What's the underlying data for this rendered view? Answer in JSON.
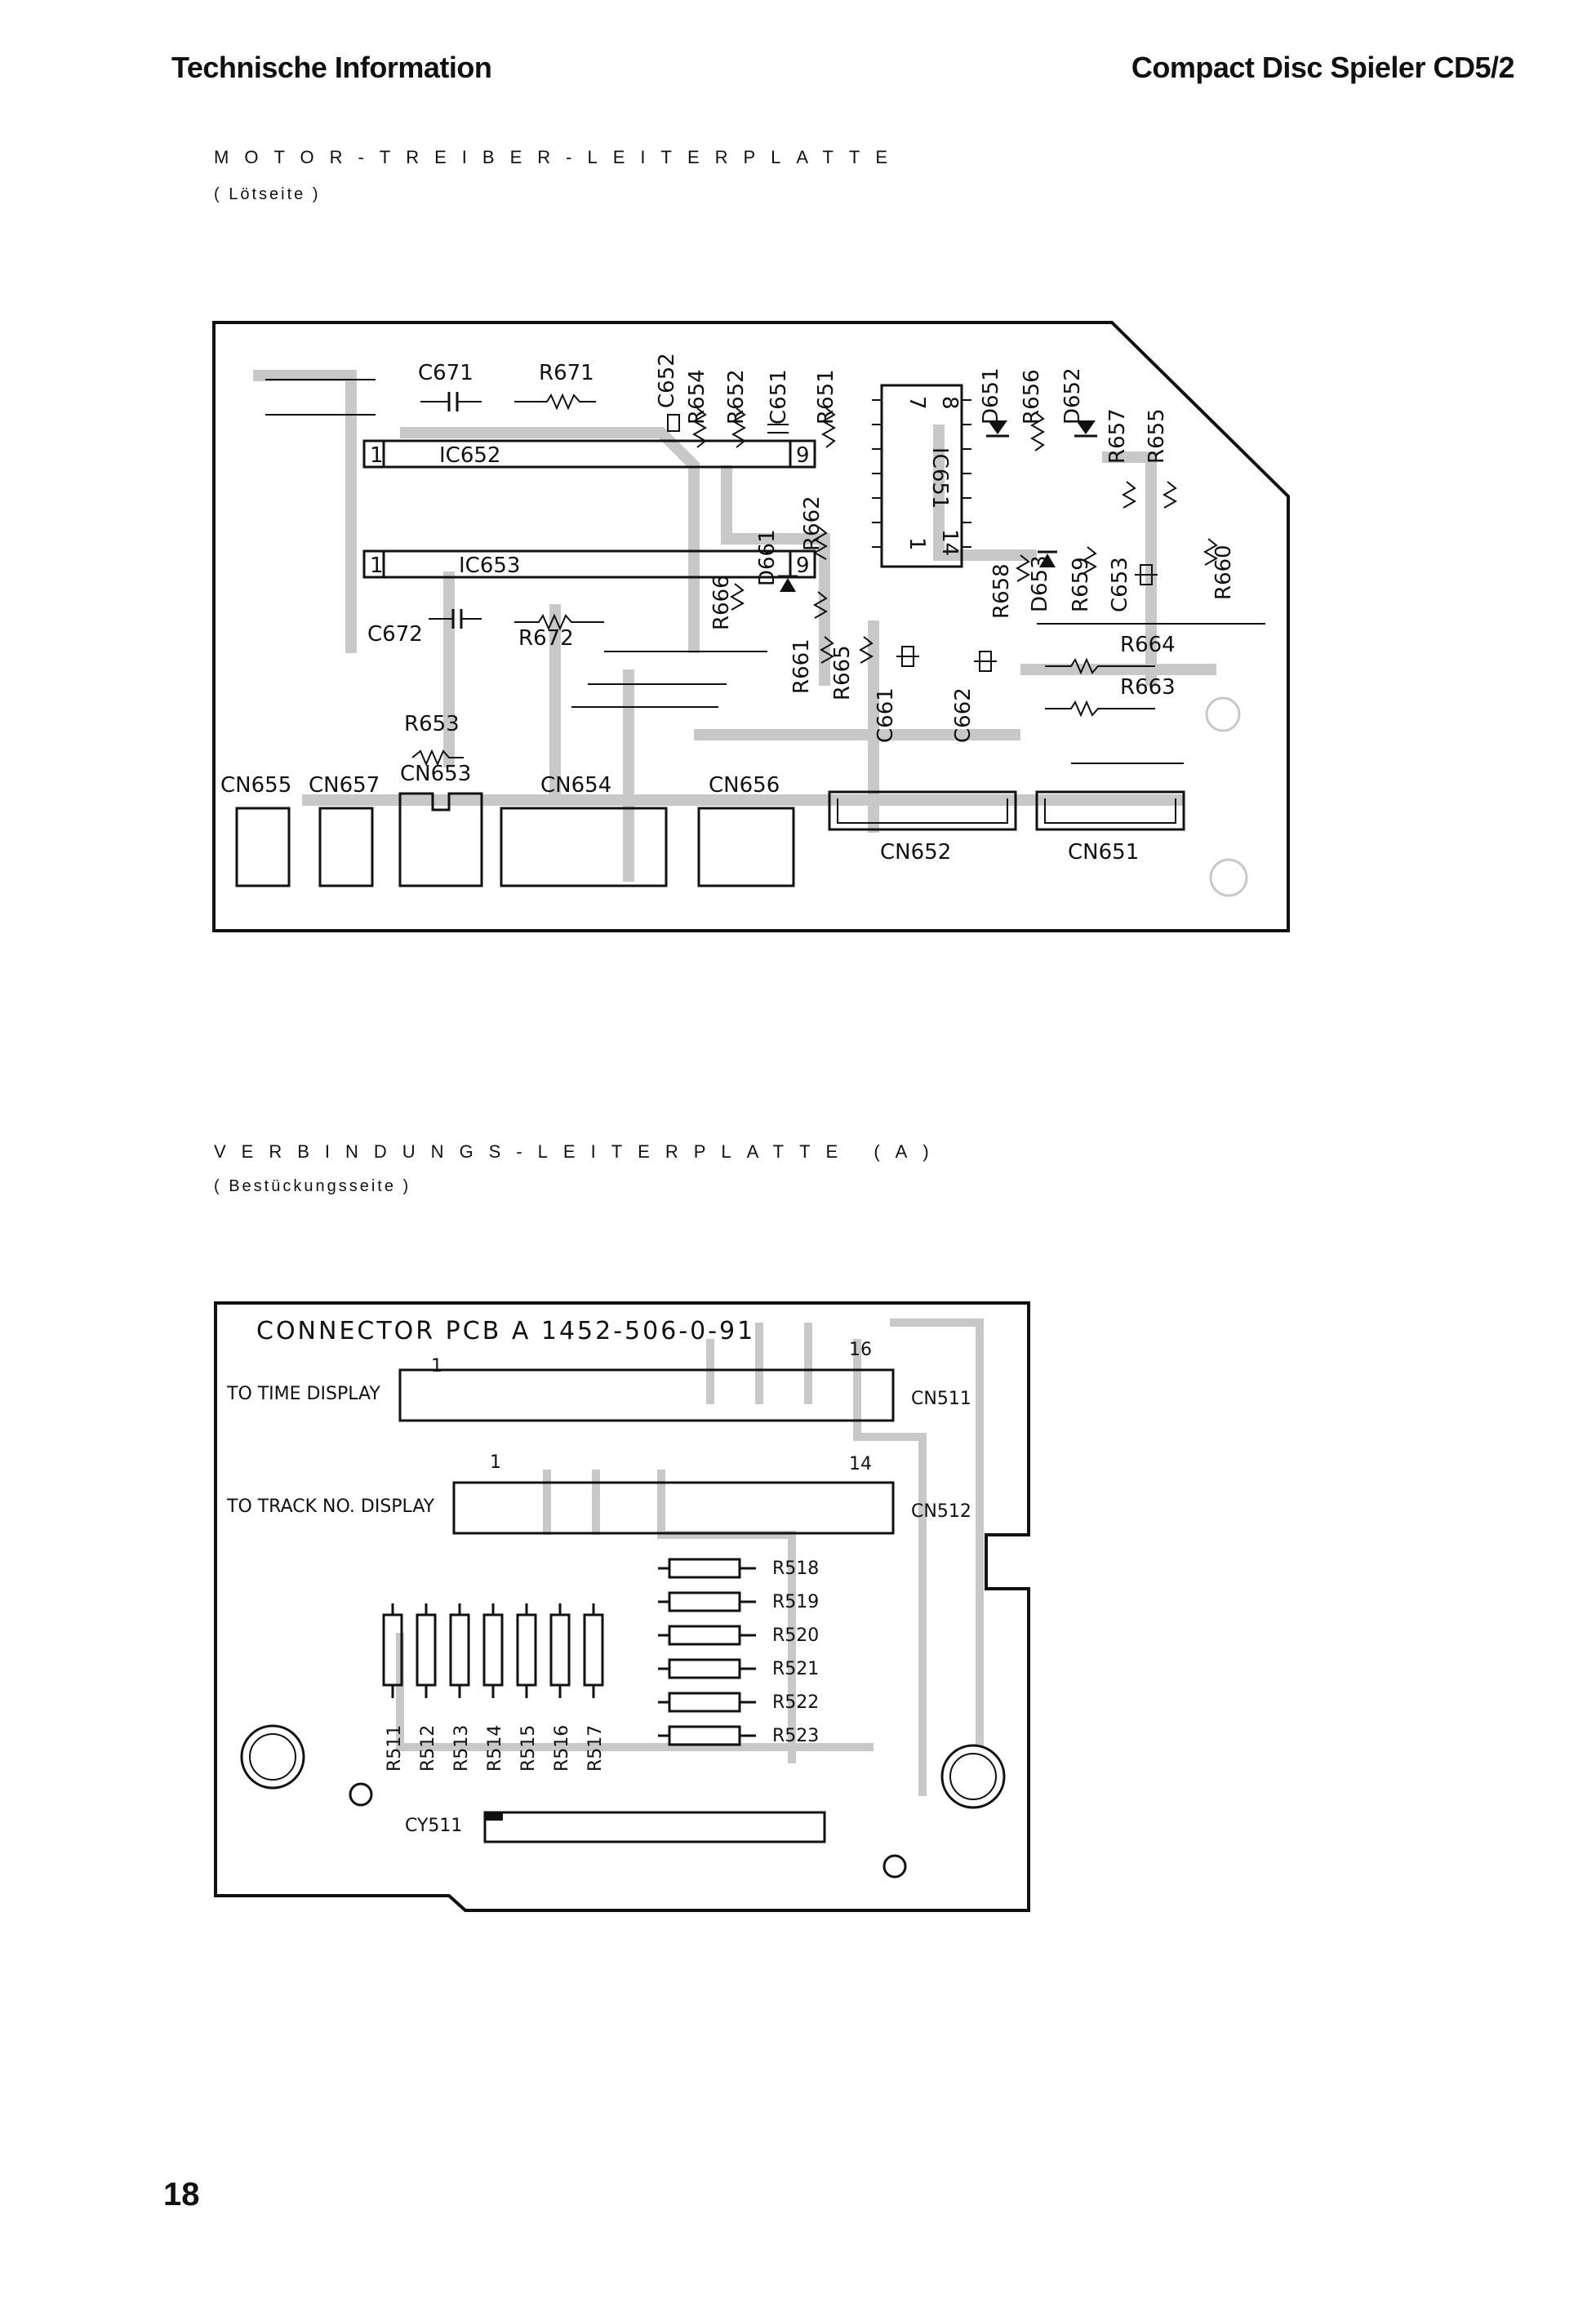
{
  "header": {
    "left": "Technische Information",
    "right": "Compact Disc Spieler CD5/2"
  },
  "section1": {
    "title": "MOTOR-TREIBER-LEITERPLATTE",
    "subtitle": "( Lötseite )",
    "labels": {
      "c671": "C671",
      "r671": "R671",
      "ic652": "IC652",
      "ic652_pin1": "1",
      "ic652_pin9": "9",
      "ic653": "IC653",
      "ic653_pin1": "1",
      "ic653_pin9": "9",
      "c672": "C672",
      "r672": "R672",
      "r653": "R653",
      "cn655": "CN655",
      "cn657": "CN657",
      "cn653": "CN653",
      "cn654": "CN654",
      "cn656": "CN656",
      "cn652": "CN652",
      "cn651": "CN651",
      "c652": "C652",
      "r654": "R654",
      "r652": "R652",
      "c651": "C651",
      "r651": "R651",
      "ic651": "IC651",
      "ic651_pin7": "7",
      "ic651_pin8": "8",
      "ic651_pin1": "1",
      "ic651_pin14": "14",
      "d651": "D651",
      "r656": "R656",
      "d652": "D652",
      "r657": "R657",
      "r655": "R655",
      "r662": "R662",
      "d661": "D661",
      "r666": "R666",
      "r661": "R661",
      "r665": "R665",
      "c661": "C661",
      "c662": "C662",
      "r658": "R658",
      "d653": "D653",
      "r659": "R659",
      "c653": "C653",
      "r660": "R660",
      "r664": "R664",
      "r663": "R663"
    }
  },
  "section2": {
    "title": "VERBINDUNGS-LEITERPLATTE (A)",
    "subtitle": "( Bestückungsseite )",
    "labels": {
      "board_title": "CONNECTOR PCB A 1452-506-0-91",
      "to_time": "TO TIME DISPLAY",
      "to_track": "TO TRACK NO. DISPLAY",
      "cn511": "CN511",
      "cn512": "CN512",
      "cn511_pin1": "1",
      "cn511_pin16": "16",
      "cn512_pin1": "1",
      "cn512_pin14": "14",
      "r518": "R518",
      "r519": "R519",
      "r520": "R520",
      "r521": "R521",
      "r522": "R522",
      "r523": "R523",
      "r511": "R511",
      "r512": "R512",
      "r513": "R513",
      "r514": "R514",
      "r515": "R515",
      "r516": "R516",
      "r517": "R517",
      "cy511": "CY511"
    }
  },
  "page_number": "18"
}
